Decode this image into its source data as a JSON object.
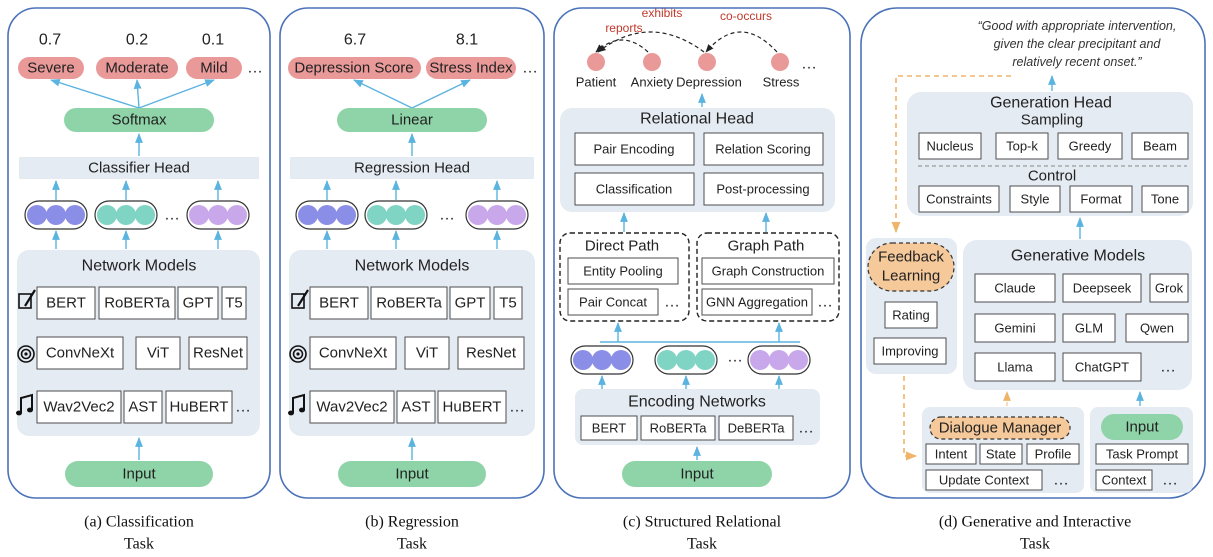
{
  "panel_a": {
    "probs": [
      "0.7",
      "0.2",
      "0.1"
    ],
    "labels": [
      "Severe",
      "Moderate",
      "Mild"
    ],
    "ellipsis": "…",
    "softmax": "Softmax",
    "head": "Classifier Head",
    "models_title": "Network Models",
    "text_models": [
      "BERT",
      "RoBERTa",
      "GPT",
      "T5"
    ],
    "vision_models": [
      "ConvNeXt",
      "ViT",
      "ResNet"
    ],
    "audio_models": [
      "Wav2Vec2",
      "AST",
      "HuBERT"
    ],
    "input": "Input",
    "caption": [
      "(a) Classification",
      "Task"
    ]
  },
  "panel_b": {
    "values": [
      "6.7",
      "8.1"
    ],
    "labels": [
      "Depression Score",
      "Stress Index"
    ],
    "ellipsis": "…",
    "linear": "Linear",
    "head": "Regression Head",
    "models_title": "Network Models",
    "text_models": [
      "BERT",
      "RoBERTa",
      "GPT",
      "T5"
    ],
    "vision_models": [
      "ConvNeXt",
      "ViT",
      "ResNet"
    ],
    "audio_models": [
      "Wav2Vec2",
      "AST",
      "HuBERT"
    ],
    "input": "Input",
    "caption": [
      "(b) Regression",
      "Task"
    ]
  },
  "panel_c": {
    "entities": [
      "Patient",
      "Anxiety",
      "Depression",
      "Stress"
    ],
    "relations": [
      "reports",
      "exhibits",
      "co-occurs"
    ],
    "ellipsis": "…",
    "head": "Relational Head",
    "head_items": [
      "Pair Encoding",
      "Relation Scoring",
      "Classification",
      "Post-processing"
    ],
    "direct_title": "Direct Path",
    "direct_items": [
      "Entity Pooling",
      "Pair Concat"
    ],
    "graph_title": "Graph Path",
    "graph_items": [
      "Graph Construction",
      "GNN Aggregation"
    ],
    "encoding_title": "Encoding Networks",
    "encoders": [
      "BERT",
      "RoBERTa",
      "DeBERTa"
    ],
    "input": "Input",
    "caption": [
      "(c) Structured Relational",
      "Task"
    ]
  },
  "panel_d": {
    "quote": [
      "“Good with appropriate intervention,",
      "given the clear precipitant and",
      "relatively recent onset.”"
    ],
    "gen_head": "Generation Head",
    "sampling": "Sampling",
    "sampling_items": [
      "Nucleus",
      "Top-k",
      "Greedy",
      "Beam"
    ],
    "control": "Control",
    "control_items": [
      "Constraints",
      "Style",
      "Format",
      "Tone"
    ],
    "feedback": [
      "Feedback",
      "Learning"
    ],
    "feedback_items": [
      "Rating",
      "Improving"
    ],
    "gen_models_title": "Generative Models",
    "gen_models": [
      "Claude",
      "Deepseek",
      "Grok",
      "Gemini",
      "GLM",
      "Qwen",
      "Llama",
      "ChatGPT"
    ],
    "ellipsis": "…",
    "dialogue": "Dialogue Manager",
    "dialogue_items": [
      "Intent",
      "State",
      "Profile",
      "Update Context"
    ],
    "input": "Input",
    "input_items": [
      "Task Prompt",
      "Context"
    ],
    "caption": [
      "(d) Generative and Interactive",
      "Task"
    ]
  },
  "colors": {
    "panel_border": "#4a72b8",
    "region": "#e5ebf2",
    "pink": "#ea9999",
    "green": "#8fd4a8",
    "arrow": "#5bb3e0",
    "orange": "#f6c99b",
    "feedback_arrow": "#f0b36a",
    "relation_text": "#c0392b",
    "token_blue": "#8b8ee6",
    "token_teal": "#7fd4c4",
    "token_purple": "#c8a8ea"
  },
  "icons": [
    "pencil-icon",
    "eye-icon",
    "music-note-icon"
  ]
}
